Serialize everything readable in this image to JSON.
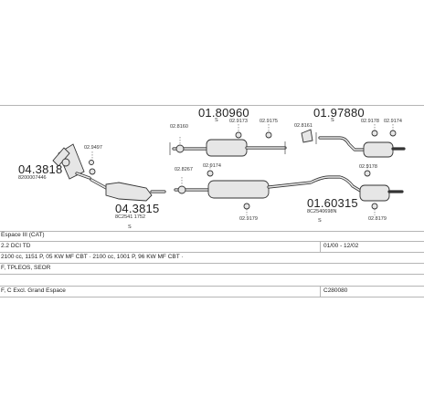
{
  "diagram": {
    "parts": {
      "p1": "01.80960",
      "p2": "01.97880",
      "p3": "04.3818",
      "p3_sub": "8200007446",
      "p4": "04.3815",
      "p4_sub": "8C2541 1752",
      "p5": "01.60315",
      "p5_sub": "8C2540698N"
    },
    "small_labels": {
      "a1": "02.9497",
      "b1": "02.8160",
      "b2": "02.9173",
      "b3": "02.9175",
      "b4": "02.8161",
      "b5": "02.9178",
      "b6": "02.9174",
      "c1": "02.8267",
      "c2": "02.9174",
      "c3": "02.9179",
      "c4": "02.9178",
      "c5": "02.8179"
    },
    "letters": {
      "s1": "S",
      "s2": "S",
      "s3": "S",
      "s4": "S"
    }
  },
  "info": {
    "model": "Espace III (CAT)",
    "engine": "2.2 DCI TD",
    "dates": "01/00 - 12/02",
    "spec": "2100 cc, 1151 P, 05 KW MF CBT · 2100 cc, 1001 P, 96 KW MF CBT ·",
    "note": "F, TPLEOS, SEOR",
    "variant": "F, C Excl. Grand Espace",
    "code": "C280080"
  }
}
